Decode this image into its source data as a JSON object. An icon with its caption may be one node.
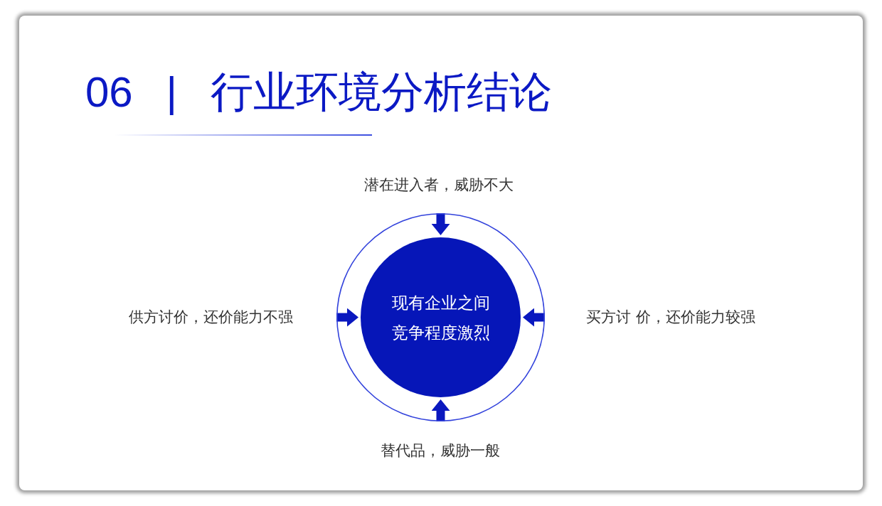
{
  "diagram": {
    "title": "06 | 行业环境分析结论",
    "nodes": [
      {
        "text": [],
        "shape": "circle"
      },
      {
        "text": [
          "现有企业之间竞争程度激烈"
        ],
        "in": 0
      }
    ],
    "edges": [
      {
        "from": 0,
        "to": 1,
        "arrow": "to"
      },
      {
        "from": 0,
        "to": 1,
        "arrow": "to"
      },
      {
        "from": 0,
        "to": 1,
        "arrow": "to"
      },
      {
        "from": 0,
        "to": 1,
        "arrow": "to"
      }
    ],
    "labels": [
      "潜在进入者，威胁不大",
      "供方讨价，还价能力不强",
      "买方讨 价，还价能力较强",
      "替代品，威胁一般"
    ]
  }
}
